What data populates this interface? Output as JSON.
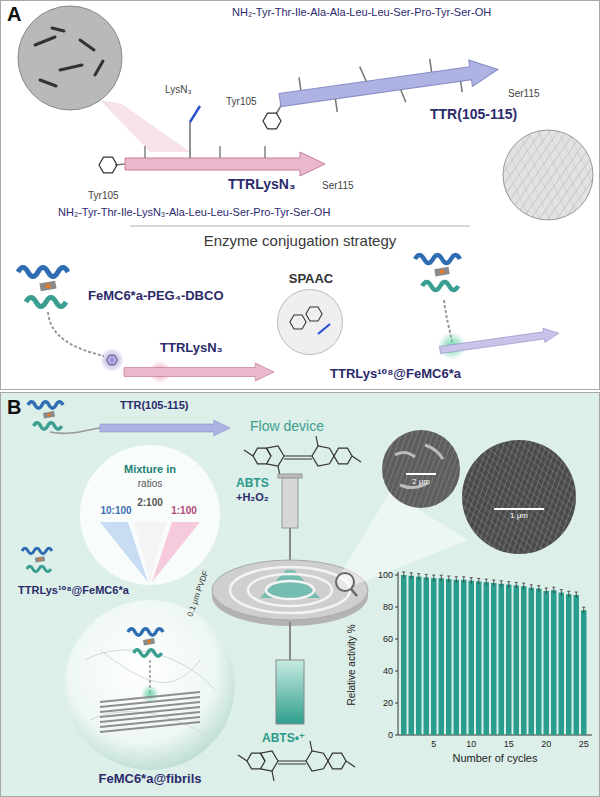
{
  "diagram": {
    "nodes": [
      {
        "text": [
          "A"
        ]
      },
      {
        "text": [
          "B"
        ]
      },
      {
        "text": [
          "SPAAC"
        ],
        "in": 0
      },
      {
        "text": [
          "Mixture in",
          "ratios",
          "10:100",
          "2:100",
          "1:100"
        ],
        "in": 1
      },
      {
        "text": [
          "FeMC6*a@fibrils"
        ],
        "in": 1
      },
      {
        "text": [
          "2 μm"
        ],
        "in": 1
      },
      {
        "text": [
          "1 μm"
        ],
        "in": 1
      }
    ],
    "labels": [
      "NH₂-Tyr-Thr-Ile-Ala-Ala-Leu-Leu-Ser-Pro-Tyr-Ser-OH",
      "Tyr105",
      "Ser115",
      "TTR(105-115)",
      "LysN₃",
      "Tyr105",
      "TTRLysN₃",
      "Ser115",
      "NH₂-Tyr-Thr-Ile-LysN₃-Ala-Leu-Leu-Ser-Pro-Tyr-Ser-OH",
      "Enzyme conjugation strategy",
      "FeMC6*a-PEG₄-DBCO",
      "TTRLysN₃",
      "TTRLys¹⁰⁸@FeMC6*a",
      "TTR(105-115)",
      "TTRLys¹⁰⁸@FeMC6*a",
      "Flow device",
      "ABTS",
      "+H₂O₂",
      "0.1 μm PVDF",
      "ABTS•⁺",
      "Relative activity %",
      "100",
      "80",
      "60",
      "40",
      "20",
      "0",
      "5",
      "10",
      "15",
      "20",
      "25",
      "Number of cycles"
    ]
  }
}
